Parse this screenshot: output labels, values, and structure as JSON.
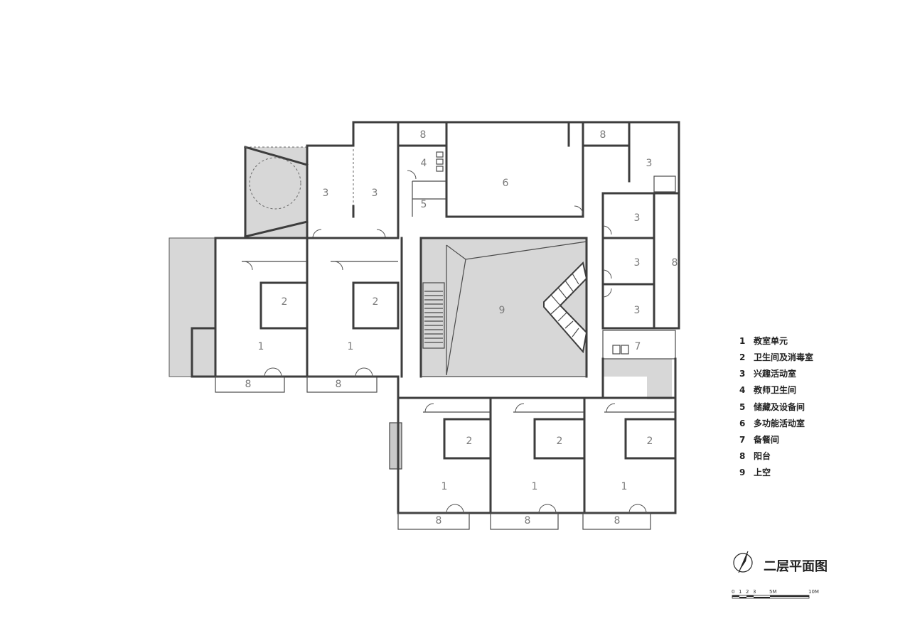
{
  "room_labels": [
    "8",
    "4",
    "5",
    "6",
    "8",
    "3",
    "3",
    "3",
    "3",
    "3",
    "3",
    "8",
    "9",
    "2",
    "2",
    "1",
    "1",
    "8",
    "8",
    "7",
    "2",
    "2",
    "2",
    "1",
    "1",
    "1",
    "8",
    "8",
    "8"
  ],
  "legend": {
    "items": [
      {
        "num": "1",
        "name": "教室单元"
      },
      {
        "num": "2",
        "name": "卫生间及消毒室"
      },
      {
        "num": "3",
        "name": "兴趣活动室"
      },
      {
        "num": "4",
        "name": "教师卫生间"
      },
      {
        "num": "5",
        "name": "储藏及设备间"
      },
      {
        "num": "6",
        "name": "多功能活动室"
      },
      {
        "num": "7",
        "name": "备餐间"
      },
      {
        "num": "8",
        "name": "阳台"
      },
      {
        "num": "9",
        "name": "上空"
      }
    ]
  },
  "title": "二层平面图",
  "scale": {
    "ticks": [
      "0",
      "1",
      "2",
      "3",
      "5M",
      "10M"
    ]
  },
  "colors": {
    "wall": "#3d3d3d",
    "void_fill": "#d7d7d7",
    "label": "#7a7a7a"
  }
}
